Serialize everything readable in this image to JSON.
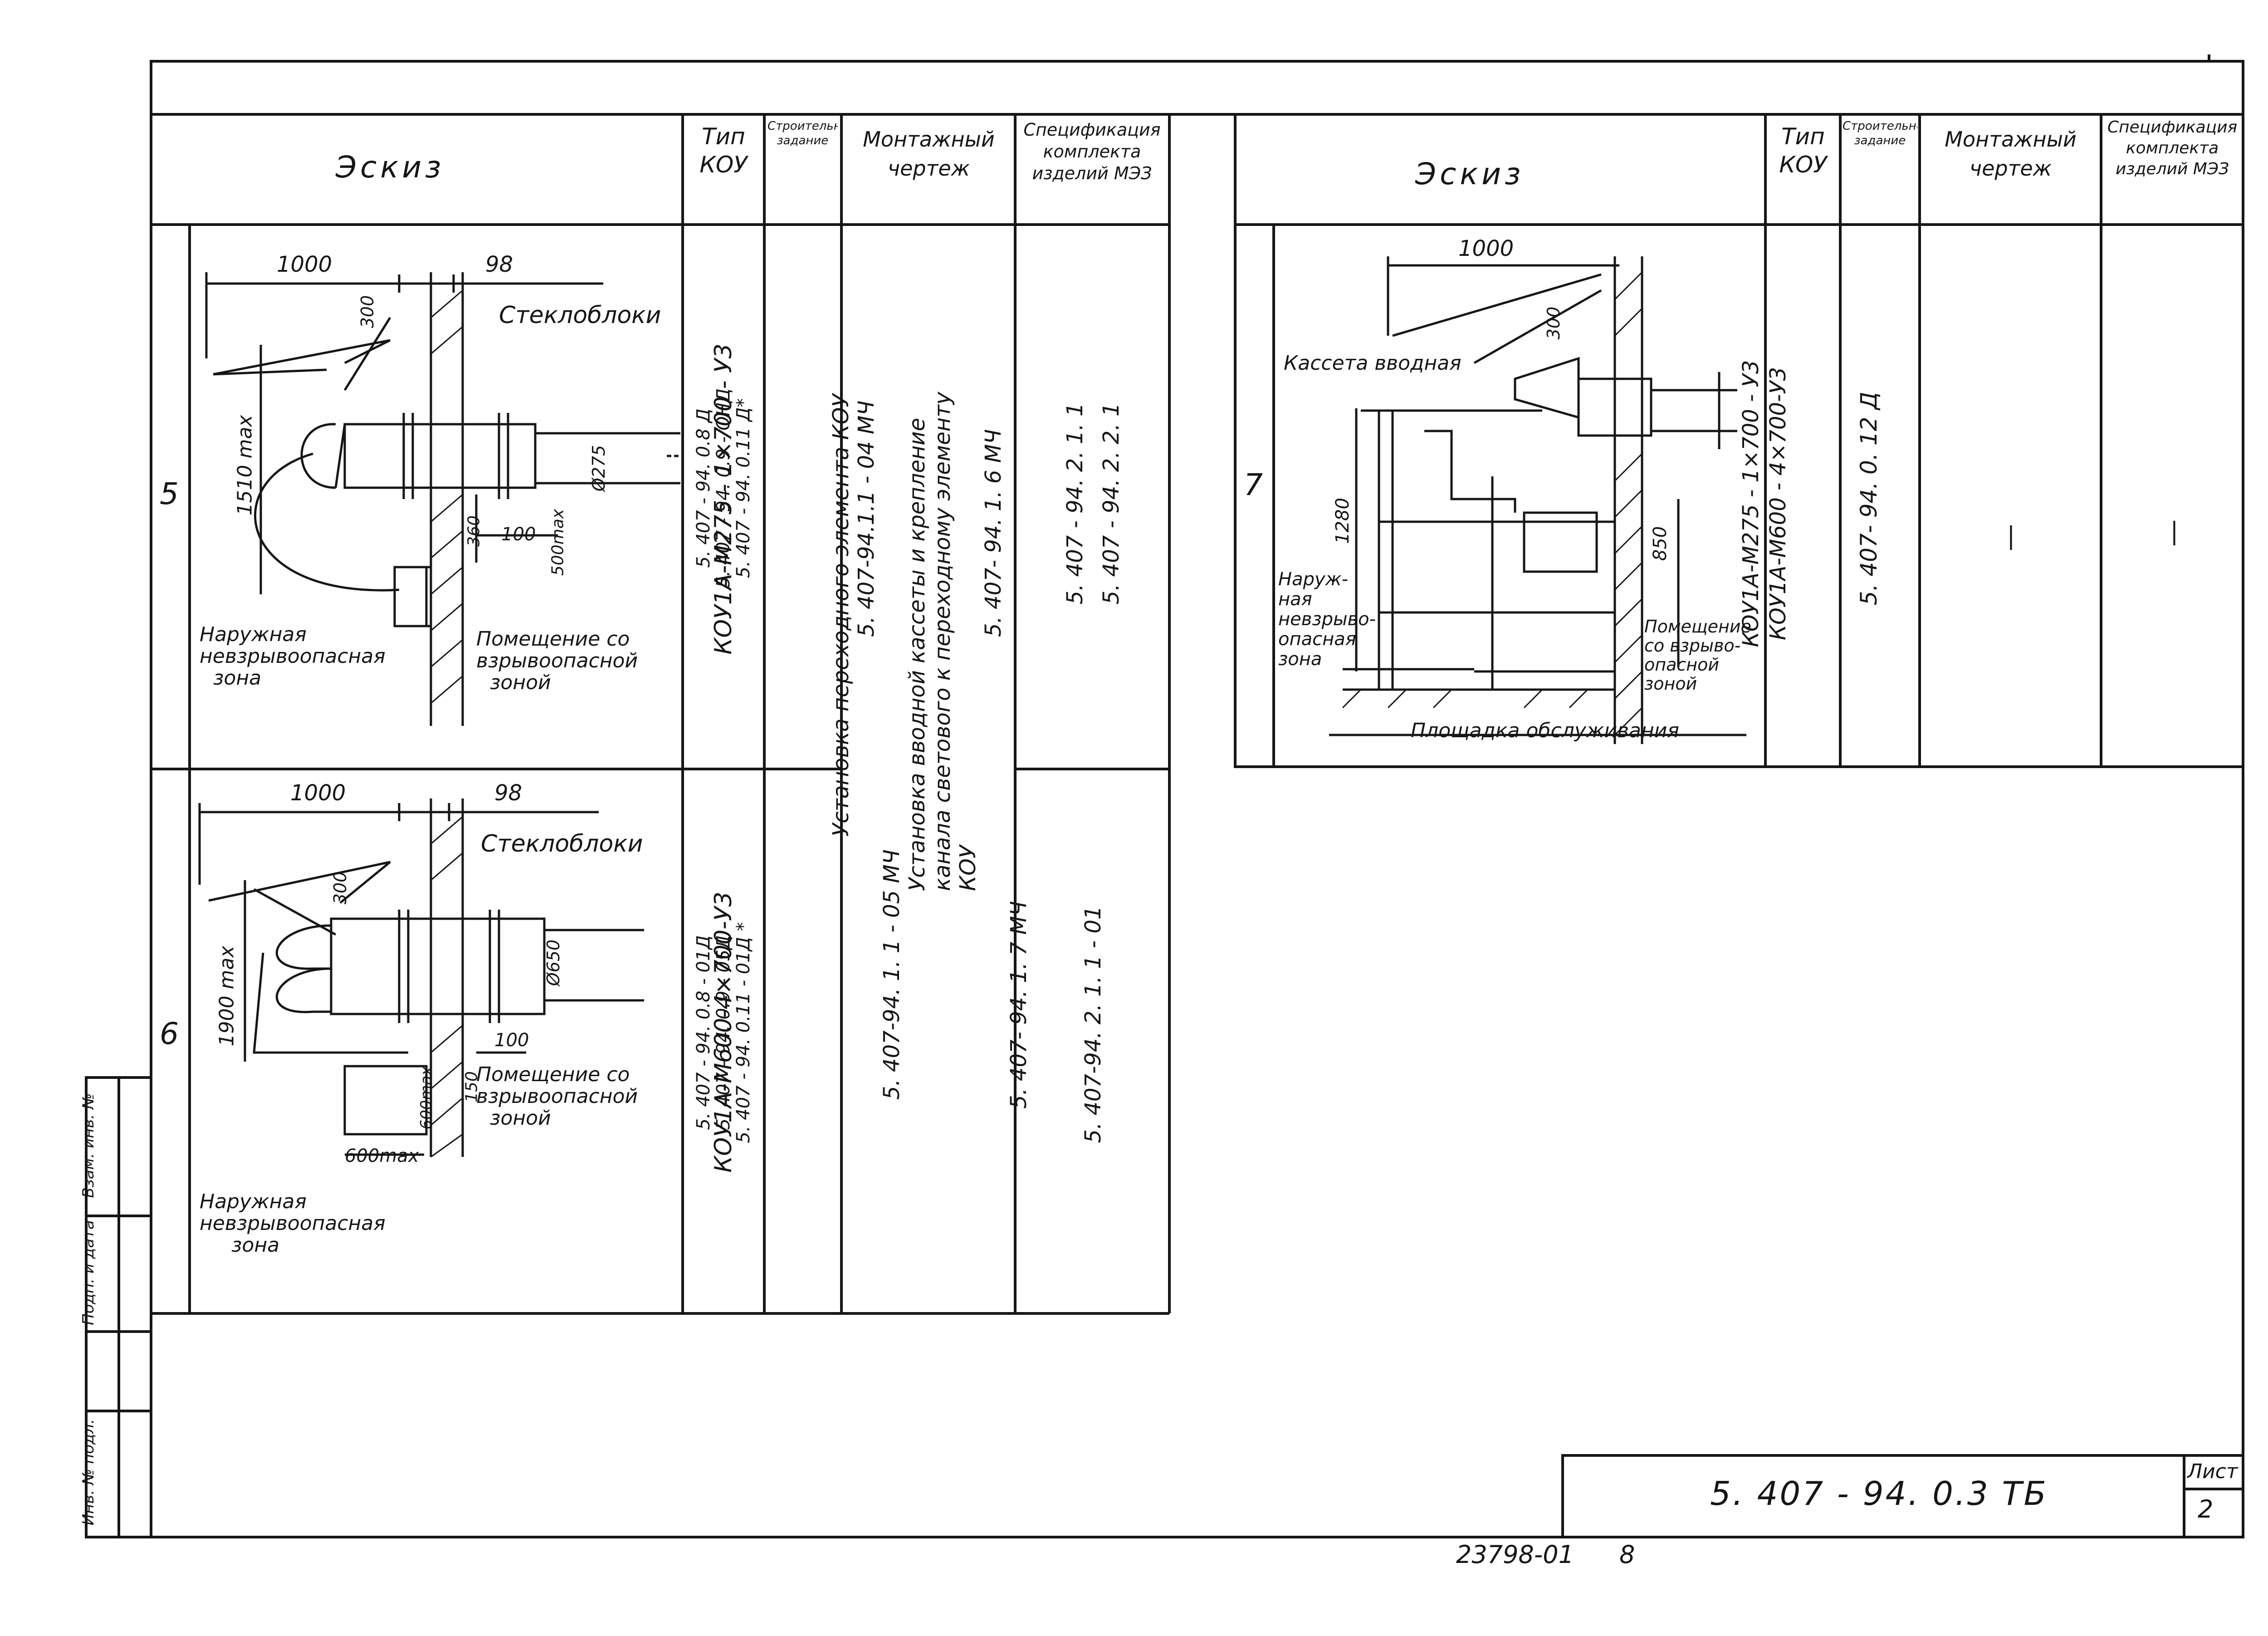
{
  "headers": {
    "sketch": "Эскиз",
    "type": "Тип КОУ",
    "construction": "Строительное задание",
    "montage": "Монтажный чертеж",
    "spec_left": "Спецификация комплекта изделий МЭЗ",
    "spec_right": "Спецификация комплекта изделий МЭЗ"
  },
  "rows": [
    {
      "num": "5",
      "type": "КОУ1А-М275 - 1×700 - У3",
      "construction": [
        "5. 407 - 94. 0.8 Д",
        "5. 407 - 94. 0.9 - ОНД",
        "5. 407 - 94. 0.11 Д*"
      ],
      "spec": [
        "5. 407 - 94. 2. 1. 1",
        "5. 407 - 94. 2. 2. 1"
      ],
      "sketch": {
        "dim_1000": "1000",
        "dim_98": "98",
        "dim_300": "300",
        "dim_height": "1510 max",
        "dim_diam": "Ø275",
        "dim_360": "360",
        "dim_100": "100",
        "dim_500": "500max",
        "label_glass": "Стеклоблоки",
        "label_outside": [
          "Наружная",
          "невзрывоопасная",
          "зона"
        ],
        "label_room": [
          "Помещение со",
          "взрывоопасной",
          "зоной"
        ]
      }
    },
    {
      "num": "6",
      "type": "КОУ1А-М600-4×700-У3",
      "construction": [
        "5. 407 - 94. 0.8 - 01Д",
        "5. 407 - 94. 0.9 - 05Д",
        "5. 407 - 94. 0.11 - 01Д *"
      ],
      "spec": [
        "5. 407-94. 2. 1. 1 - 01"
      ],
      "sketch": {
        "dim_1000": "1000",
        "dim_98": "98",
        "dim_300": "300",
        "dim_height": "1900 max",
        "dim_diam": "Ø650",
        "dim_100": "100",
        "dim_150": "150",
        "dim_600v": "600max",
        "dim_600h": "600max",
        "label_glass": "Стеклоблоки",
        "label_outside": [
          "Наружная",
          "невзрывоопасная",
          "зона"
        ],
        "label_room": [
          "Помещение со",
          "взрывоопасной",
          "зоной"
        ]
      }
    },
    {
      "num": "7",
      "type": [
        "КОУ1А-М275 - 1×700 - У3",
        "КОУ1А-М600 - 4×700-У3"
      ],
      "construction": "5. 407- 94. 0. 12 Д",
      "montage": "—",
      "spec": "—",
      "sketch": {
        "dim_1000": "1000",
        "dim_300": "300",
        "dim_1280": "1280",
        "dim_850": "850",
        "label_cassette": "Кассета вводная",
        "label_outside": [
          "Наруж-",
          "ная",
          "невзрыво-",
          "опасная",
          "зона"
        ],
        "label_room": [
          "Помещение",
          "со взрыво-",
          "опасной",
          "зоной"
        ],
        "label_platform": "Площадка обслуживания"
      }
    }
  ],
  "montage_lines": [
    "Установка переходного элемента КОУ",
    "5. 407-94.1.1 - 04 МЧ",
    "5. 407-94. 1. 1 - 05 МЧ",
    "Установка вводной кассеты и крепление",
    "канала светового к переходному элементу КОУ",
    "5. 407- 94. 1. 6 МЧ",
    "5. 407- 94. 1. 7 МЧ"
  ],
  "stamp": {
    "designation": "5. 407 - 94. 0.3 ТБ",
    "sheet_label": "Лист",
    "sheet_number": "2"
  },
  "margin_fields": [
    "Инв. № подл.",
    "Подп. и дата",
    "Взам. инв. №"
  ],
  "footer": {
    "archive": "23798-01",
    "page": "8"
  }
}
